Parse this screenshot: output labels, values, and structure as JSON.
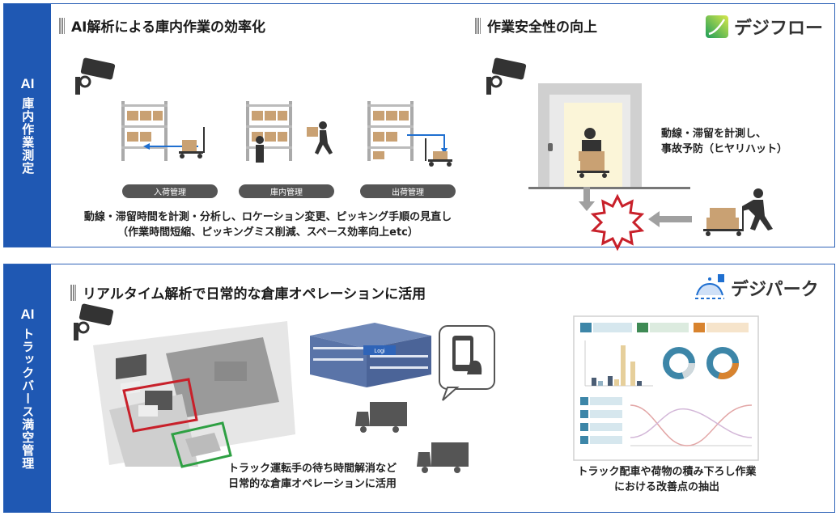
{
  "panel1": {
    "side_label_ai": "AI",
    "side_label": "庫内作業測定",
    "title_left": "AI解析による庫内作業の効率化",
    "title_right": "作業安全性の向上",
    "logo_text": "デジフロー",
    "stages": [
      "入荷管理",
      "庫内管理",
      "出荷管理"
    ],
    "caption_line1": "動線・滞留時間を計測・分析し、ロケーション変更、ピッキング手順の見直し",
    "caption_line2": "（作業時間短縮、ピッキングミス削減、スペース効率向上etc）",
    "safety_line1": "動線・滞留を計測し、",
    "safety_line2": "事故予防（ヒヤリハット）"
  },
  "panel2": {
    "side_label_ai": "AI",
    "side_label": "トラックバース満空管理",
    "title": "リアルタイム解析で日常的な倉庫オペレーションに活用",
    "logo_text": "デジパーク",
    "building_sign": "Logi",
    "caption_mid_line1": "トラック運転手の待ち時間解消など",
    "caption_mid_line2": "日常的な倉庫オペレーションに活用",
    "caption_right_line1": "トラック配車や荷物の積み下ろし作業",
    "caption_right_line2": "における改善点の抽出"
  },
  "colors": {
    "brand_blue": "#1f58b3",
    "alert_red": "#c8202a",
    "bay_green": "#2ea043",
    "box_tan": "#c9a173"
  }
}
